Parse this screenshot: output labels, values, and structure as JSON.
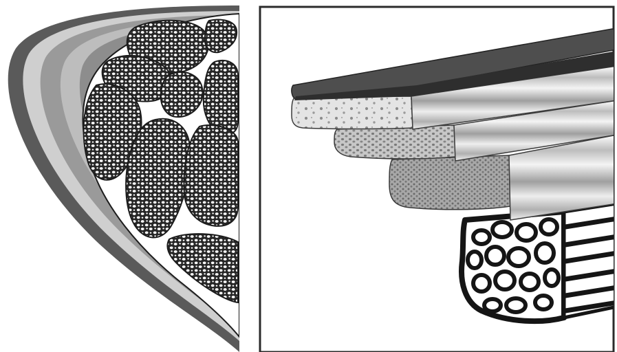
{
  "figure": {
    "panels": [
      {
        "id": "cross-section",
        "content": "none"
      },
      {
        "id": "layered-cutaway",
        "content": "none"
      }
    ],
    "colors": {
      "background": "#ffffff",
      "outline": "#1c1c1c",
      "dark_grey": "#555555",
      "mid_grey": "#8a8a8a",
      "light_grey": "#c8c8c8",
      "pale_grey": "#e6e6e6",
      "fascicle_fill": "#2a2a2a",
      "speckle_dot": "#7a7a7a"
    }
  }
}
